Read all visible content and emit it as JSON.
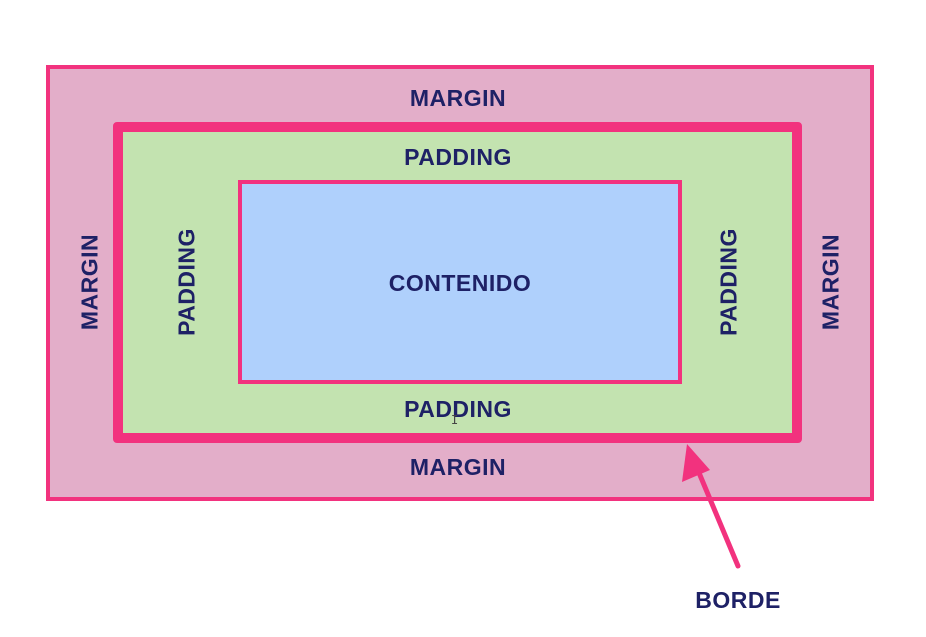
{
  "labels": {
    "margin": "MARGIN",
    "padding": "PADDING",
    "content": "CONTENIDO",
    "border": "BORDE"
  },
  "colors": {
    "margin_fill": "#e3aec9",
    "padding_fill": "#c3e3b0",
    "content_fill": "#afd0fc",
    "border": "#f2327e",
    "text": "#1e2166"
  }
}
